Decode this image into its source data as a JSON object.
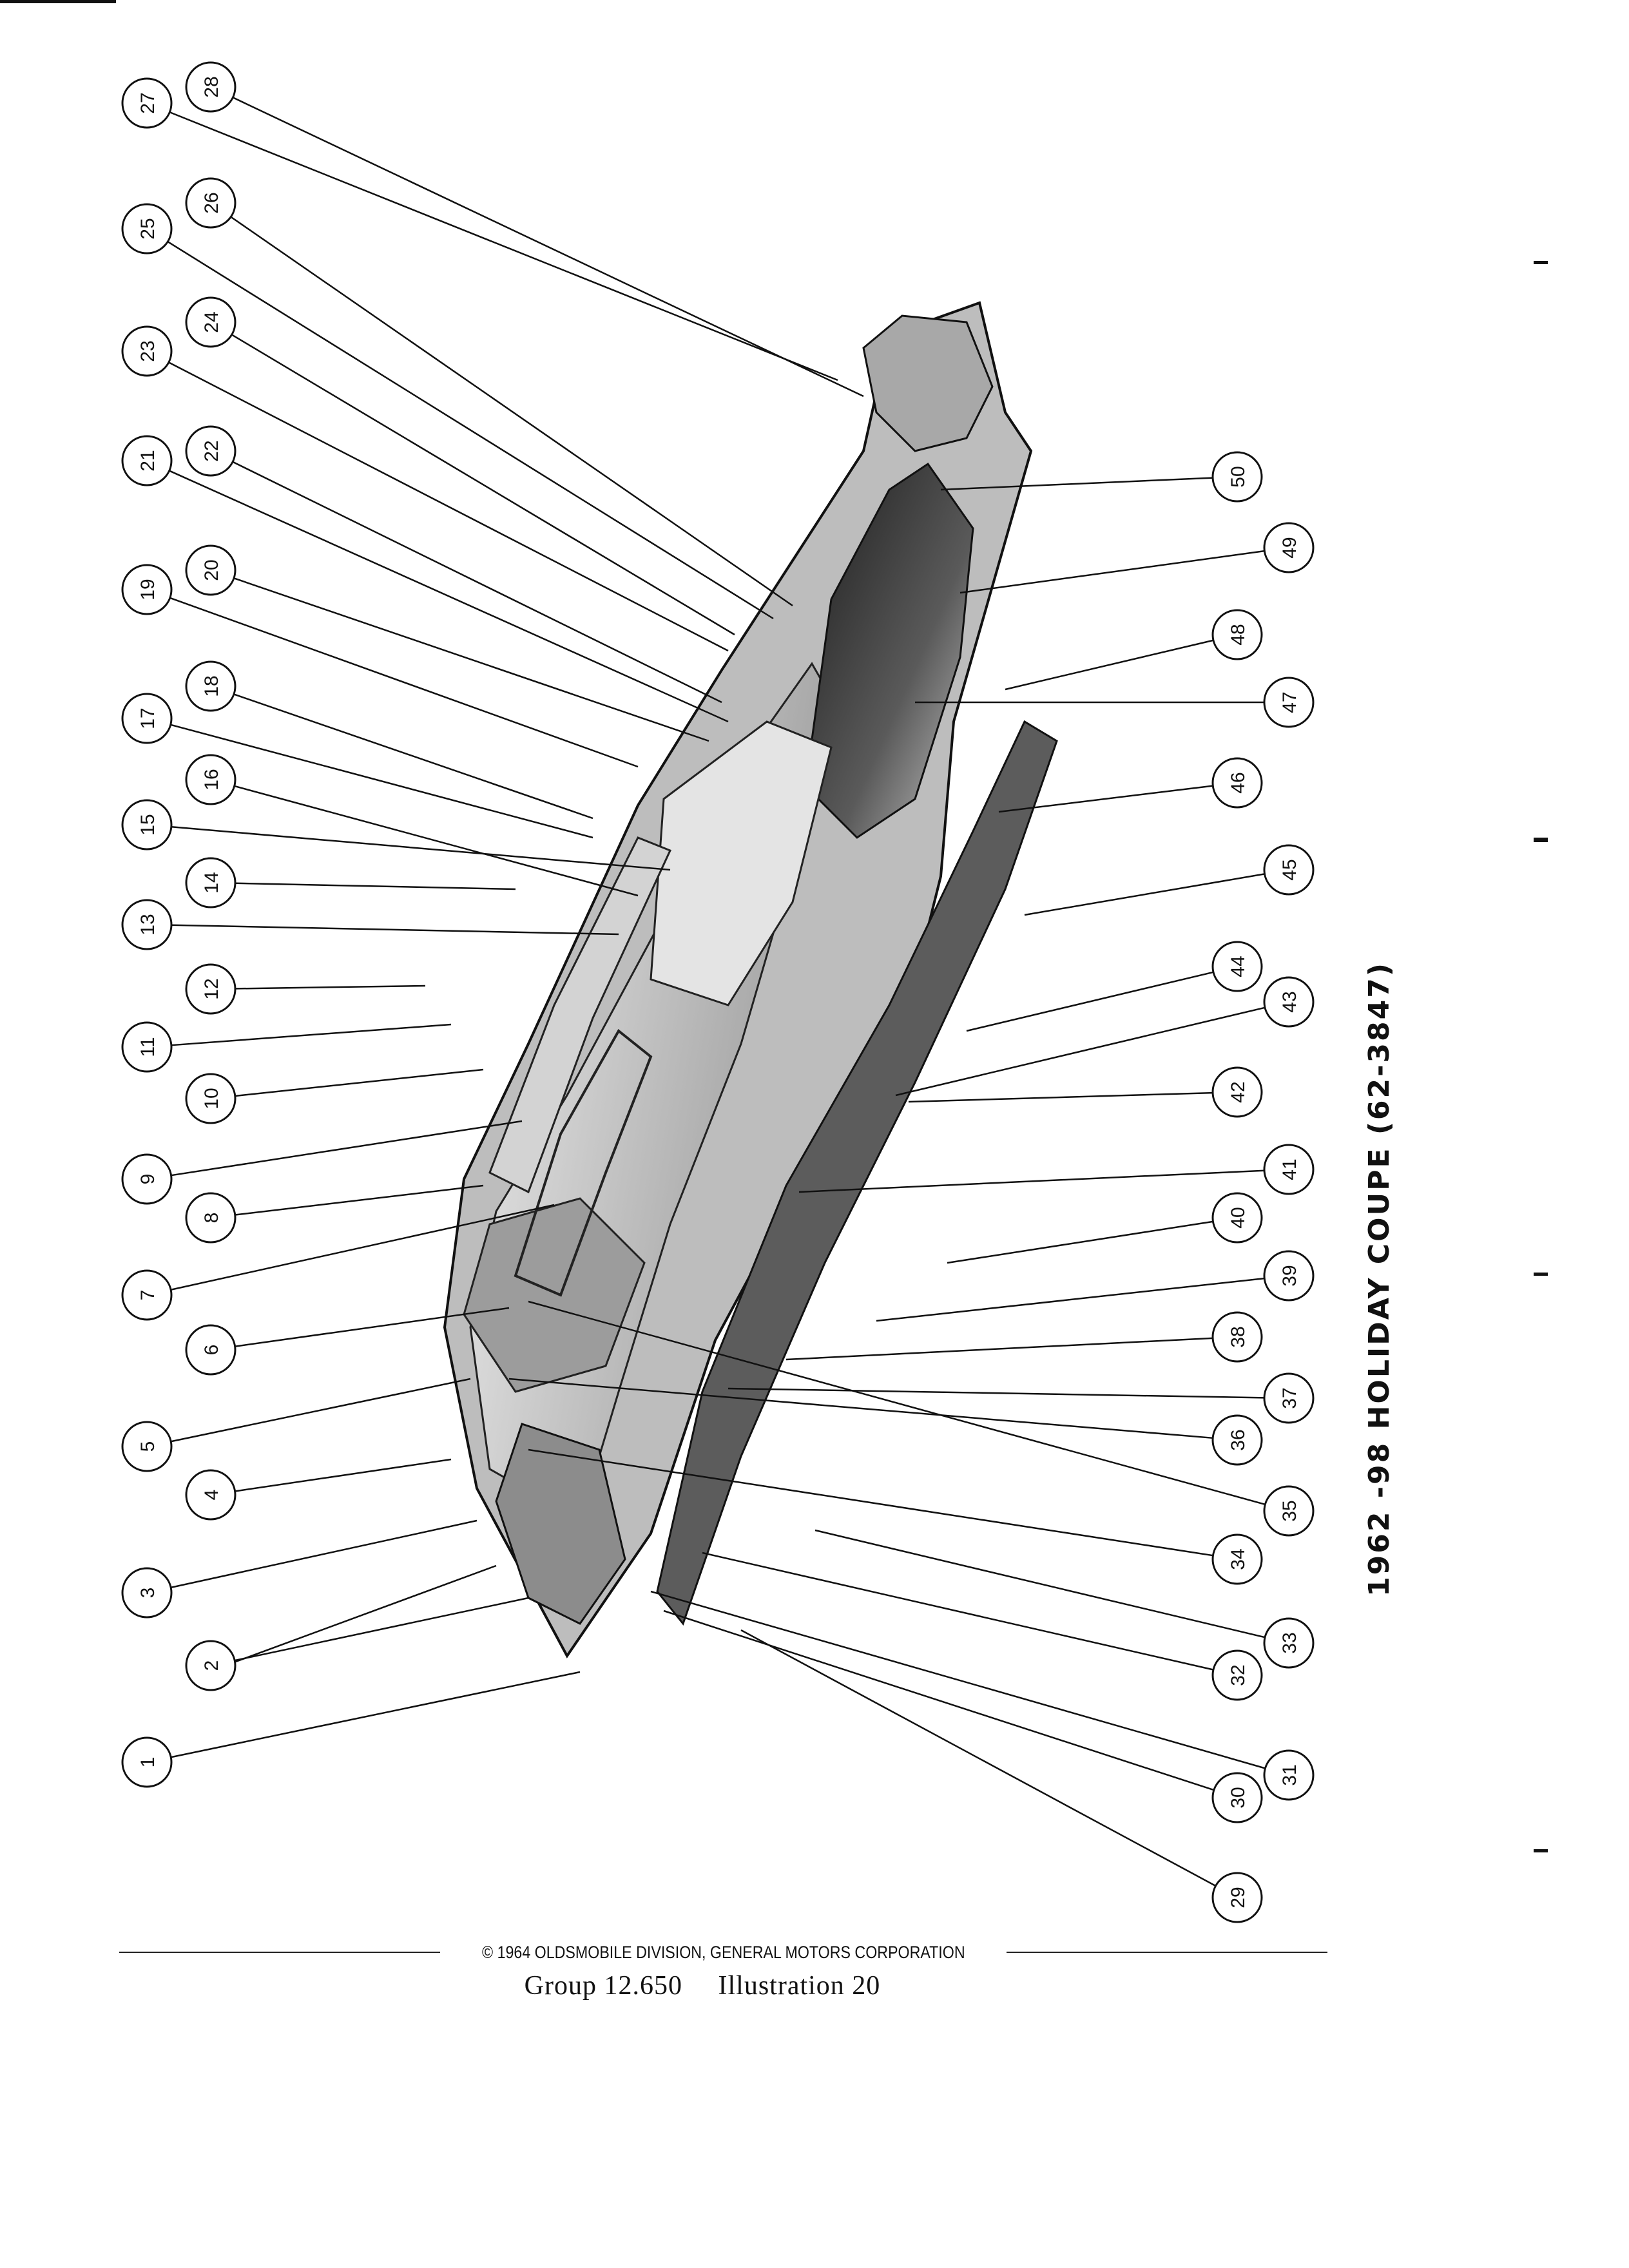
{
  "diagram": {
    "title": "1962 -98 HOLIDAY COUPE (62-3847)",
    "callouts": [
      "1",
      "2",
      "3",
      "4",
      "5",
      "6",
      "7",
      "8",
      "9",
      "10",
      "11",
      "12",
      "13",
      "14",
      "15",
      "16",
      "17",
      "18",
      "19",
      "20",
      "21",
      "22",
      "23",
      "24",
      "25",
      "26",
      "27",
      "28",
      "29",
      "30",
      "31",
      "32",
      "33",
      "34",
      "35",
      "36",
      "37",
      "38",
      "39",
      "40",
      "41",
      "42",
      "43",
      "44",
      "45",
      "46",
      "47",
      "48",
      "49",
      "50"
    ]
  },
  "footer": {
    "copyright": "© 1964 OLDSMOBILE DIVISION, GENERAL MOTORS CORPORATION",
    "group": "Group 12.650",
    "illustration": "Illustration 20"
  }
}
